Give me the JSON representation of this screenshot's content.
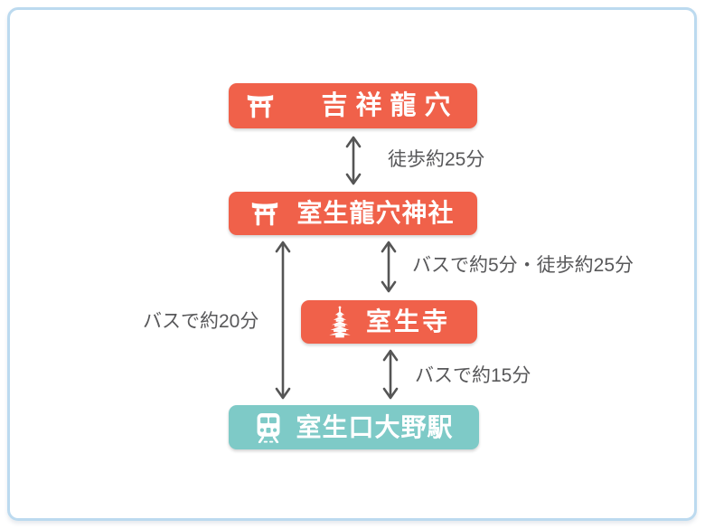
{
  "colors": {
    "node_primary": "#F0614A",
    "node_station": "#7ECAC7",
    "arrow": "#555555",
    "edge_label_text": "#58585A",
    "node_label_text": "#FFFFFF",
    "frame_border": "#BCDAEF",
    "background": "#FFFFFF"
  },
  "nodes": [
    {
      "label": "吉祥龍穴",
      "icon": "torii-icon"
    },
    {
      "label": "室生龍穴神社",
      "icon": "torii-icon"
    },
    {
      "label": "室生寺",
      "icon": "pagoda-icon"
    },
    {
      "label": "室生口大野駅",
      "icon": "train-icon"
    }
  ],
  "edges": [
    {
      "from": "吉祥龍穴",
      "to": "室生龍穴神社",
      "label": "徒歩約25分"
    },
    {
      "from": "室生龍穴神社",
      "to": "室生寺",
      "label": "バスで約5分・徒歩約25分"
    },
    {
      "from": "室生寺",
      "to": "室生口大野駅",
      "label": "バスで約15分"
    },
    {
      "from": "室生龍穴神社",
      "to": "室生口大野駅",
      "label": "バスで約20分"
    }
  ]
}
